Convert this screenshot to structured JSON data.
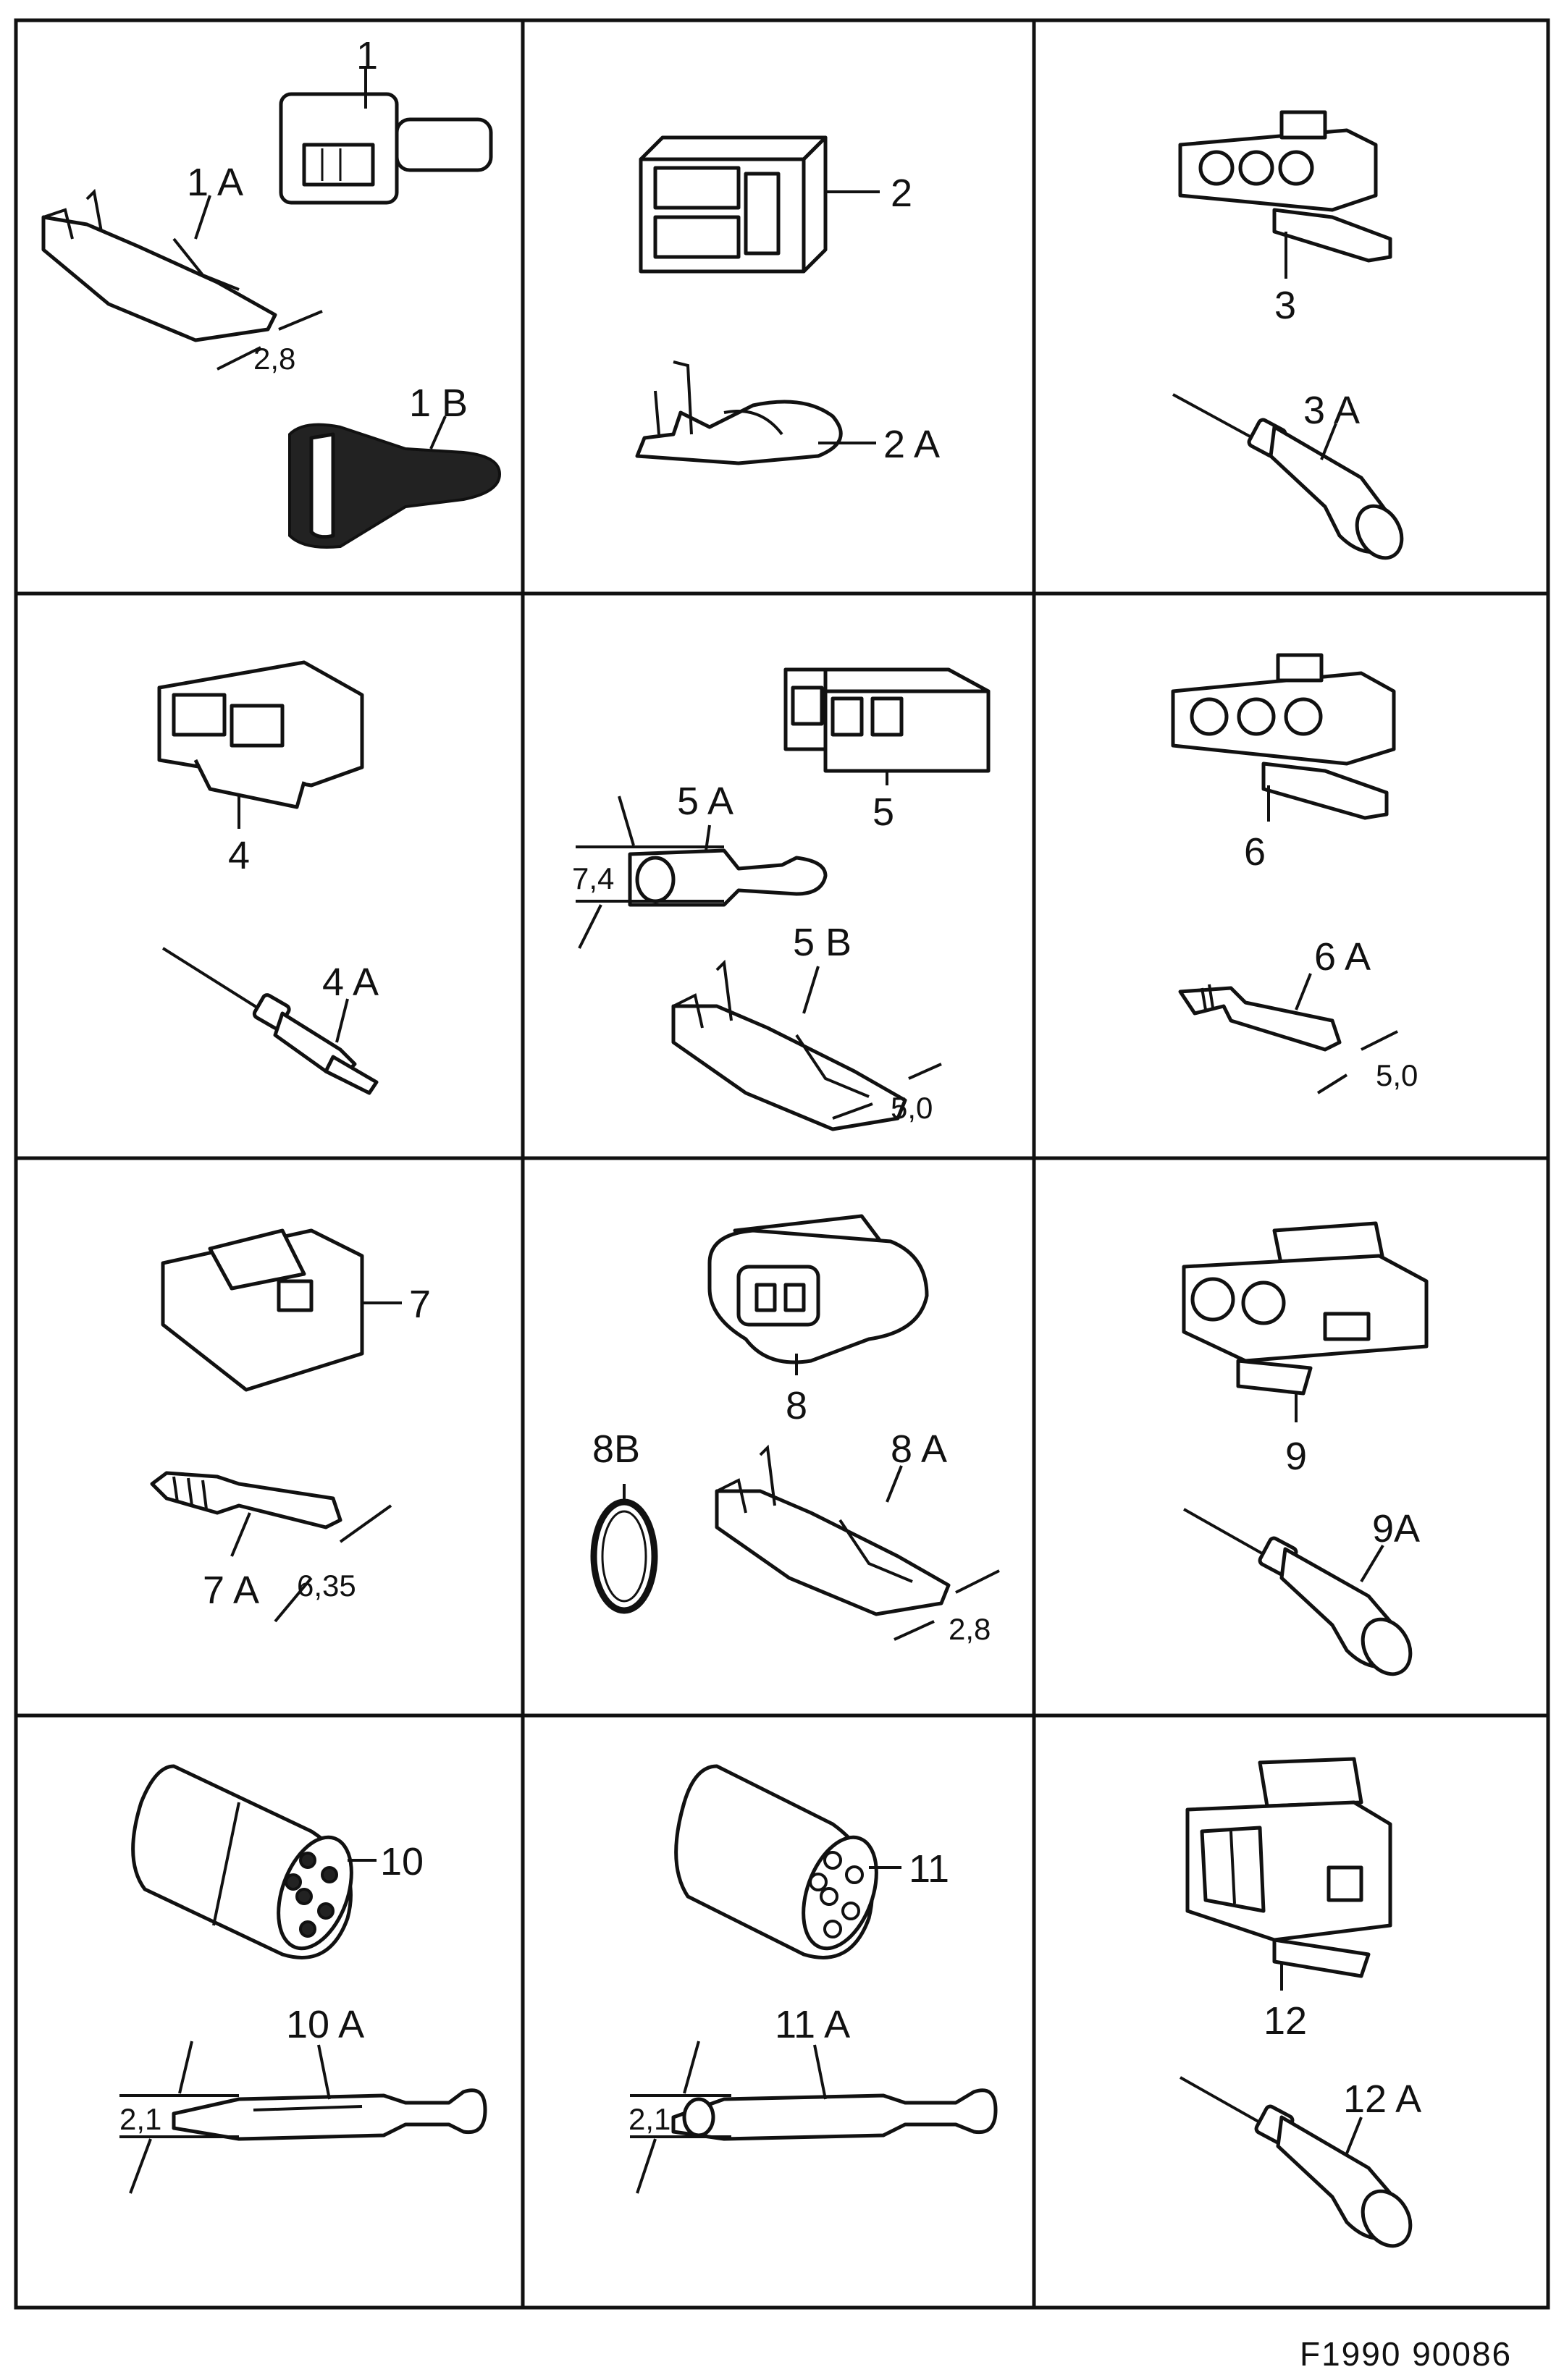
{
  "labels": {
    "p1": "1",
    "p1a": "1 A",
    "p1b": "1 B",
    "p2": "2",
    "p2a": "2 A",
    "p3": "3",
    "p3a": "3 A",
    "p4": "4",
    "p4a": "4 A",
    "p5": "5",
    "p5a": "5 A",
    "p5b": "5 B",
    "p6": "6",
    "p6a": "6 A",
    "p7": "7",
    "p7a": "7 A",
    "p8": "8",
    "p8a": "8 A",
    "p8b": "8B",
    "p9": "9",
    "p9a": "9A",
    "p10": "10",
    "p10a": "10 A",
    "p11": "11",
    "p11a": "11 A",
    "p12": "12",
    "p12a": "12 A"
  },
  "dimensions": {
    "d1a": "2,8",
    "d5a": "7,4",
    "d5b": "5,0",
    "d6a": "5,0",
    "d7a": "6,35",
    "d8a": "2,8",
    "d10a": "2,1",
    "d11a": "2,1"
  },
  "figure_code": "F1990  90086"
}
